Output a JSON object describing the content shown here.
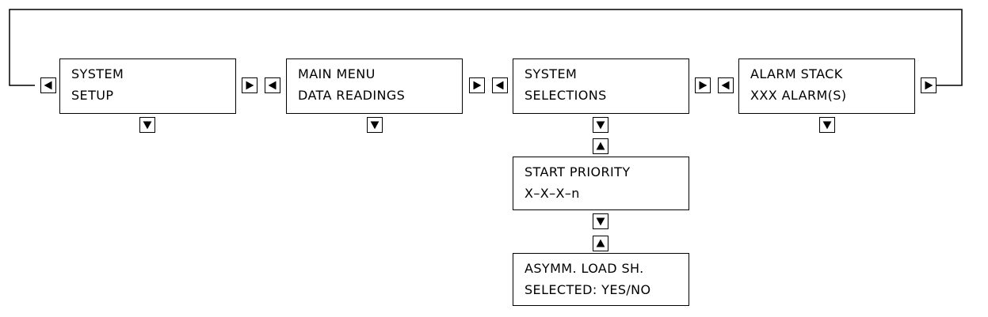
{
  "screens": {
    "system_setup": {
      "line1": "SYSTEM",
      "line2": "SETUP"
    },
    "main_menu": {
      "line1": "MAIN MENU",
      "line2": "DATA READINGS"
    },
    "system_selections": {
      "line1": "SYSTEM",
      "line2": "SELECTIONS"
    },
    "alarm_stack": {
      "line1": "ALARM STACK",
      "line2": "XXX ALARM(S)"
    },
    "start_priority": {
      "line1": "START PRIORITY",
      "line2": "X–X–X–n"
    },
    "asymm_load": {
      "line1": "ASYMM. LOAD SH.",
      "line2": "SELECTED: YES/NO"
    }
  },
  "icons": {
    "left": "left-arrow-button",
    "right": "right-arrow-button",
    "up": "up-arrow-button",
    "down": "down-arrow-button"
  }
}
